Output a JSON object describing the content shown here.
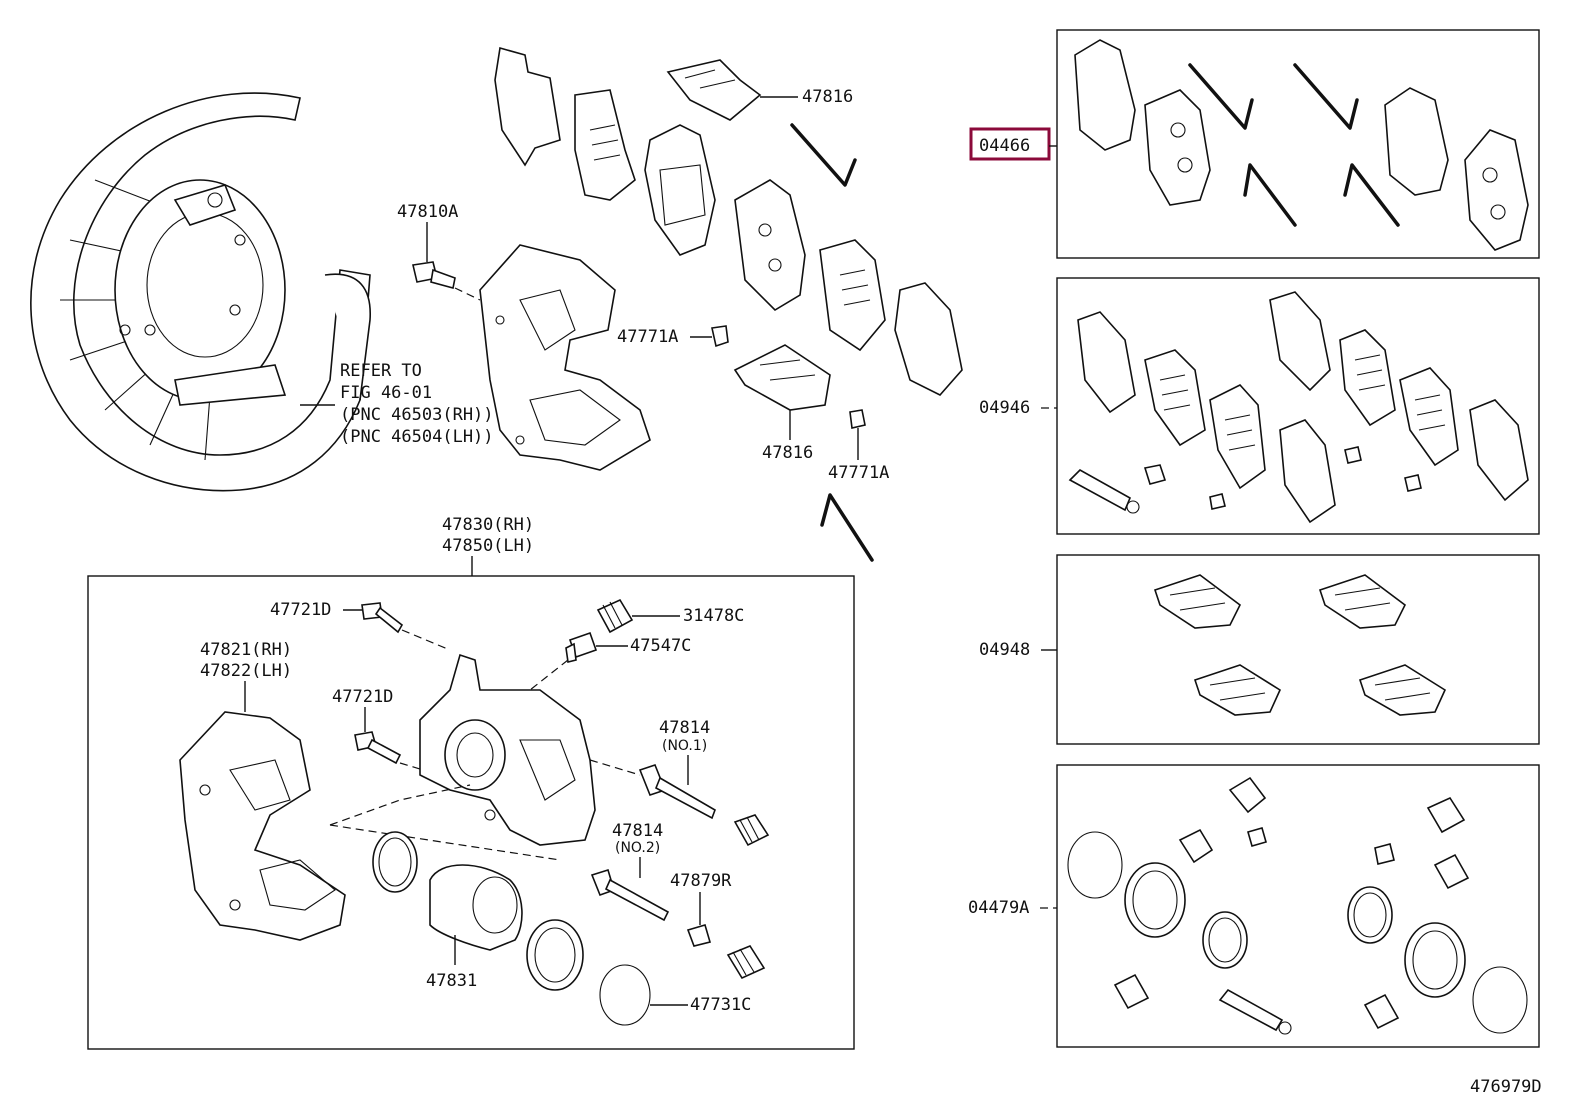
{
  "labels": {
    "refer_1": "REFER TO",
    "refer_2": "FIG 46-01",
    "refer_3": "(PNC 46503(RH))",
    "refer_4": "(PNC 46504(LH))",
    "p47810A": "47810A",
    "p47816_top": "47816",
    "p47816_bot": "47816",
    "p47771A_1": "47771A",
    "p47771A_2": "47771A",
    "p47830": "47830(RH)",
    "p47850": "47850(LH)",
    "p47721D_1": "47721D",
    "p47721D_2": "47721D",
    "p47821": "47821(RH)",
    "p47822": "47822(LH)",
    "p31478C": "31478C",
    "p47547C": "47547C",
    "p47814_1": "47814",
    "p47814_1_sub": "(NO.1)",
    "p47814_2": "47814",
    "p47814_2_sub": "(NO.2)",
    "p47879R": "47879R",
    "p47831": "47831",
    "p47731C": "47731C",
    "k04466": "04466",
    "k04946": "04946",
    "k04948": "04948",
    "k04479A": "04479A",
    "figure_id": "476979D"
  },
  "colors": {
    "line": "#111111",
    "highlight": "#8b0a3a",
    "background": "#ffffff"
  }
}
